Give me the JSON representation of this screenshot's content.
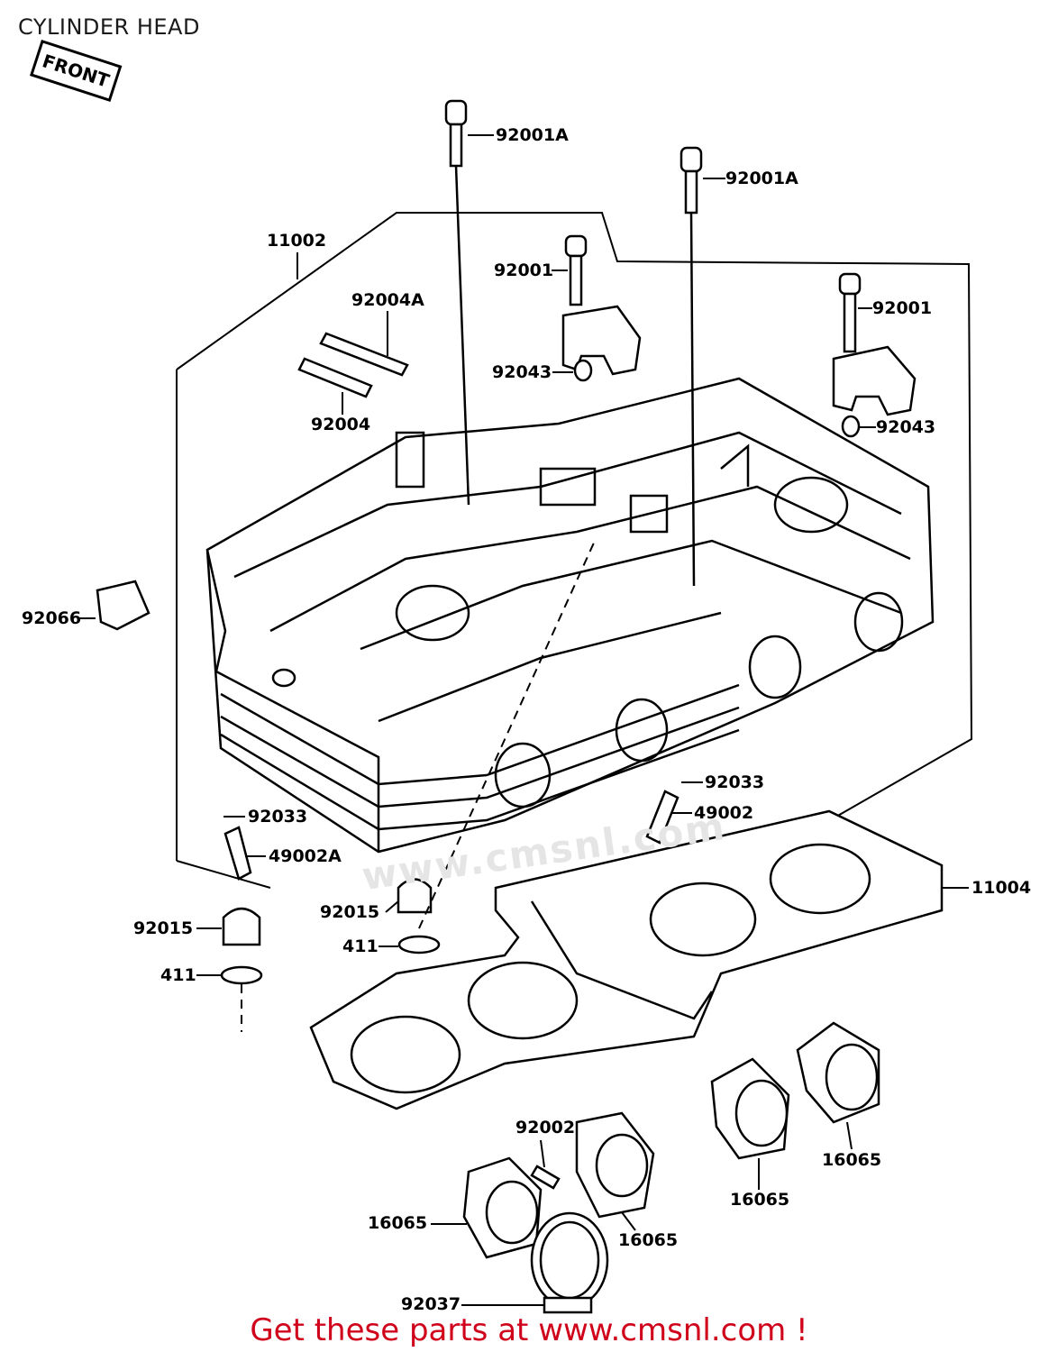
{
  "title": "CYLINDER HEAD",
  "front_badge": "FRONT",
  "watermark": "www.cmsnl.com",
  "parts": {
    "p11002": "11002",
    "p92001A_a": "92001A",
    "p92001A_b": "92001A",
    "p92001_a": "92001",
    "p92001_b": "92001",
    "p92004A": "92004A",
    "p92004": "92004",
    "p92043_a": "92043",
    "p92043_b": "92043",
    "p92066": "92066",
    "p92033_a": "92033",
    "p92033_b": "92033",
    "p49002": "49002",
    "p49002A": "49002A",
    "p92015_a": "92015",
    "p92015_b": "92015",
    "p411_a": "411",
    "p411_b": "411",
    "p11004": "11004",
    "p92002": "92002",
    "p16065_a": "16065",
    "p16065_b": "16065",
    "p16065_c": "16065",
    "p16065_d": "16065",
    "p92037": "92037"
  },
  "footer": {
    "prefix": "Get these parts at ",
    "link": "www.cmsnl.com",
    "suffix": " !"
  }
}
